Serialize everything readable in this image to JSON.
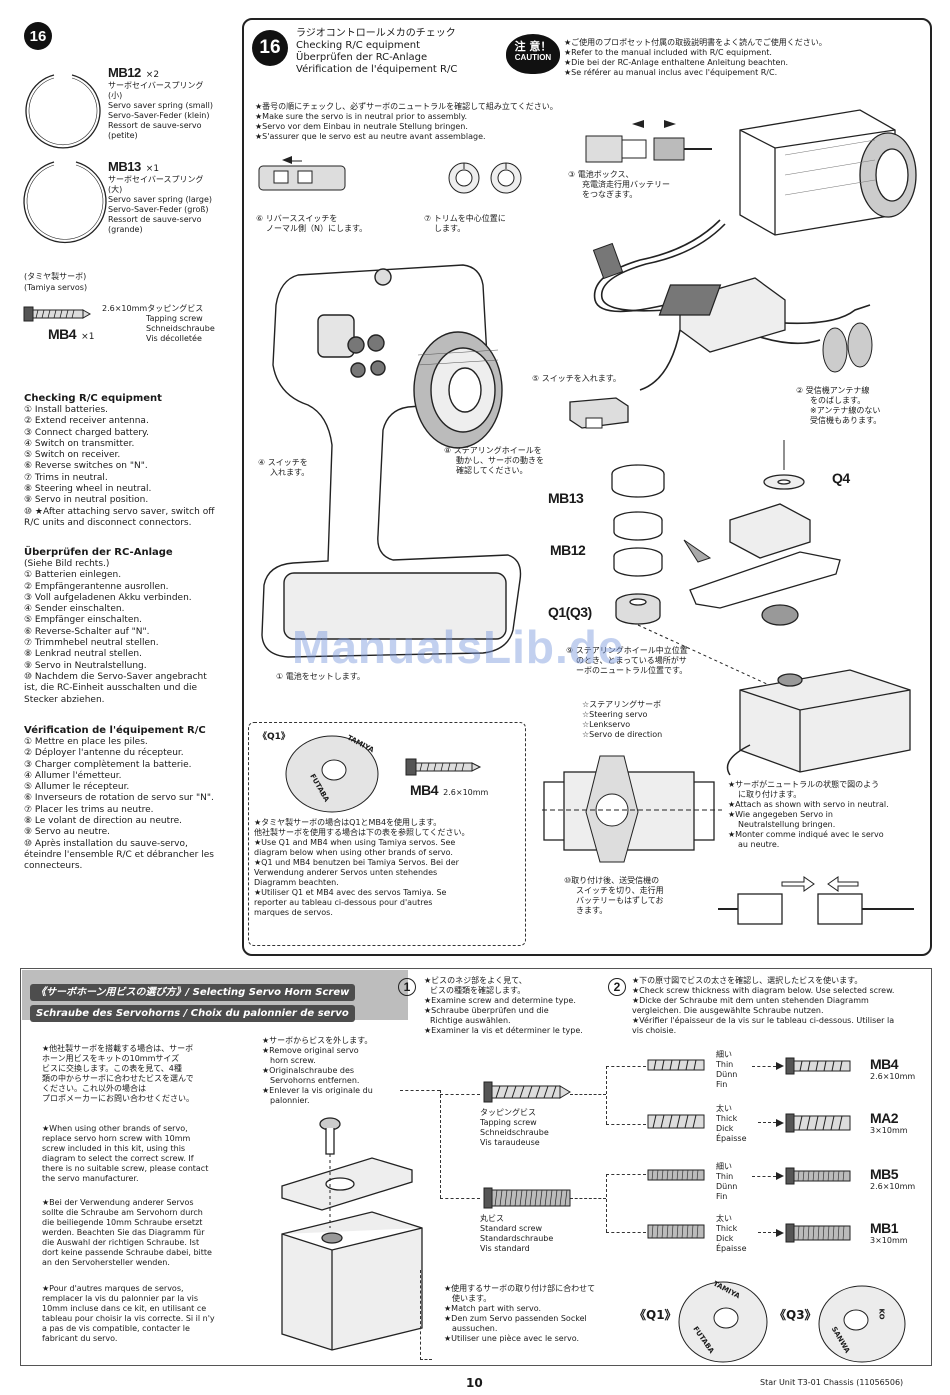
{
  "left": {
    "step": "16",
    "mb12": {
      "code": "MB12",
      "qty": "×2",
      "lines": [
        "サーボセイバースプリング",
        "(小)",
        "Servo saver spring (small)",
        "Servo-Saver-Feder (klein)",
        "Ressort de sauve-servo",
        "(petite)"
      ]
    },
    "mb13": {
      "code": "MB13",
      "qty": "×1",
      "lines": [
        "サーボセイバースプリング",
        "(大)",
        "Servo saver spring (large)",
        "Servo-Saver-Feder (groß)",
        "Ressort de sauve-servo",
        "(grande)"
      ]
    },
    "tamiya_servo": {
      "jp": "(タミヤ製サーボ)",
      "en": "(Tamiya servos)"
    },
    "mb4": {
      "code": "MB4",
      "qty": "×1",
      "lines": [
        "2.6×10mmタッピングビス",
        "Tapping screw",
        "Schneidschraube",
        "Vis décolletée"
      ]
    },
    "checking_en": {
      "title": "Checking R/C equipment",
      "items": [
        "① Install batteries.",
        "② Extend receiver antenna.",
        "③ Connect charged battery.",
        "④ Switch on transmitter.",
        "⑤ Switch on receiver.",
        "⑥ Reverse switches on \"N\".",
        "⑦ Trims in neutral.",
        "⑧ Steering wheel in neutral.",
        "⑨ Servo in neutral position.",
        "⑩ ★After attaching servo saver, switch off",
        "R/C units and disconnect connectors."
      ]
    },
    "checking_de": {
      "title": "Überprüfen der RC-Anlage",
      "items": [
        "(Siehe Bild rechts.)",
        "① Batterien einlegen.",
        "② Empfängerantenne ausrollen.",
        "③ Voll aufgeladenen Akku verbinden.",
        "④ Sender einschalten.",
        "⑤ Empfänger einschalten.",
        "⑥ Reverse-Schalter auf \"N\".",
        "⑦ Trimmhebel neutral stellen.",
        "⑧ Lenkrad neutral stellen.",
        "⑨ Servo in Neutralstellung.",
        "⑩ Nachdem die Servo-Saver angebracht",
        "ist, die RC-Einheit ausschalten und die",
        "Stecker abziehen."
      ]
    },
    "checking_fr": {
      "title": "Vérification de l'équipement R/C",
      "items": [
        "① Mettre en place les piles.",
        "② Déployer l'antenne du récepteur.",
        "③ Charger complètement la batterie.",
        "④ Allumer l'émetteur.",
        "⑤ Allumer le récepteur.",
        "⑥ Inverseurs de rotation de servo sur \"N\".",
        "⑦ Placer les trims au neutre.",
        "⑧ Le volant de direction au neutre.",
        "⑨ Servo au neutre.",
        "⑩ Après installation du sauve-servo,",
        "éteindre l'ensemble R/C et débrancher les",
        "connecteurs."
      ]
    }
  },
  "main": {
    "step": "16",
    "title_jp": "ラジオコントロールメカのチェック",
    "title_en": "Checking R/C equipment",
    "title_de": "Überprüfen der RC-Anlage",
    "title_fr": "Vérification de l'équipement R/C",
    "caution_jp": "注 意！",
    "caution_en": "CAUTION",
    "caution_lines": [
      "★ご使用のプロポセット付属の取扱説明書をよく読んでご使用ください。",
      "★Refer to the manual included with R/C equipment.",
      "★Die bei der RC-Anlage enthaltene Anleitung beachten.",
      "★Se référer au manual inclus avec l'équipement R/C."
    ],
    "notes": [
      "★番号の順にチェックし、必ずサーボのニュートラルを確認して組み立てください。",
      "★Make sure the servo is in neutral prior to assembly.",
      "★Servo vor dem Einbau in neutrale Stellung bringen.",
      "★S'assurer que le servo est au neutre avant assemblage."
    ],
    "c1": "① 電池をセットします。",
    "c2": [
      "② 受信機アンテナ線",
      "をのばします。",
      "※アンテナ線のない",
      "受信機もあります。"
    ],
    "c3": [
      "③ 電池ボックス、",
      "充電済走行用バッテリー",
      "をつなぎます。"
    ],
    "c4": [
      "④ スイッチを",
      "入れます。"
    ],
    "c5": "⑤ スイッチを入れます。",
    "c6": [
      "⑥ リバーススイッチを",
      "ノーマル側（N）にします。"
    ],
    "c7": [
      "⑦ トリムを中心位置に",
      "します。"
    ],
    "c8": [
      "⑧ ステアリングホイールを",
      "動かし、サーボの動きを",
      "確認してください。"
    ],
    "c9": [
      "⑨ ステアリングホイール中立位置",
      "のとき、とまっている場所がサ",
      "ーボのニュートラル位置です。"
    ],
    "c10": [
      "⑩取り付け後、送受信機の",
      "スイッチを切り、走行用",
      "バッテリーもはずしてお",
      "きます。"
    ],
    "servo_label": [
      "☆ステアリングサーボ",
      "☆Steering servo",
      "☆Lenkservo",
      "☆Servo de direction"
    ],
    "neutral_note": [
      "★サーボがニュートラルの状態で図のよう",
      "に取り付けます。",
      "★Attach as shown with servo in neutral.",
      "★Wie angegeben Servo in",
      "Neutralstellung bringen.",
      "★Monter comme indiqué avec le servo",
      "au neutre."
    ],
    "parts": {
      "mb13": "MB13",
      "mb12": "MB12",
      "q1q3": "Q1(Q3)",
      "q4": "Q4"
    },
    "q1box": {
      "label": "《Q1》",
      "mb4": "MB4",
      "mb4_size": "2.6×10mm",
      "disc_top": "TAMIYA",
      "disc_bottom": "FUTABA",
      "lines": [
        "★タミヤ製サーボの場合はQ1とMB4を使用します。",
        "他社製サーボを使用する場合は下の表を参照してください。",
        "★Use Q1 and MB4 when using Tamiya servos. See",
        "diagram below when using other brands of servo.",
        "★Q1 und MB4 benutzen bei Tamiya Servos. Bei der",
        "Verwendung anderer Servos unten stehendes",
        "Diagramm beachten.",
        "★Utiliser Q1 et MB4 avec des servos Tamiya. Se",
        "reporter au tableau ci-dessous pour d'autres",
        "marques de servos."
      ]
    },
    "watermark": "ManualsLib.de"
  },
  "bottom": {
    "header": [
      "《サーボホーン用ビスの選び方》/ Selecting Servo Horn Screw",
      "Schraube des Servohorns / Choix du palonnier de servo"
    ],
    "intro_jp": [
      "★他社製サーボを搭載する場合は、サーボ",
      "ホーン用ビスをキットの10mmサイズ",
      "ビスに交換します。この表を見て、4種",
      "類の中からサーボに合わせたビスを選んで",
      "ください。これ以外の場合は",
      "プロポメーカーにお問い合わせください。"
    ],
    "intro_en": [
      "★When using other brands of servo,",
      "replace servo horn screw with 10mm",
      "screw included in this kit, using this",
      "diagram to select the correct screw. If",
      "there is no suitable screw, please contact",
      "the servo manufacturer."
    ],
    "intro_de": [
      "★Bei der Verwendung anderer Servos",
      "sollte die Schraube am Servohorn durch",
      "die beiliegende 10mm Schraube ersetzt",
      "werden. Beachten Sie das Diagramm für",
      "die Auswahl der richtigen Schraube. Ist",
      "dort keine passende Schraube dabei, bitte",
      "an den Servohersteller wenden."
    ],
    "intro_fr": [
      "★Pour d'autres marques de servos,",
      "remplacer la vis du palonnier par la vis",
      "10mm incluse dans ce kit, en utilisant ce",
      "tableau pour choisir la vis correcte. Si il n'y",
      "a pas de vis compatible, contacter le",
      "fabricant du servo."
    ],
    "remove": [
      "★サーボからビスを外します。",
      "★Remove original servo",
      "horn screw.",
      "★Originalschraube des",
      "Servohorns entfernen.",
      "★Enlever la vis originale du",
      "palonnier."
    ],
    "step1": {
      "num": "1",
      "lines": [
        "★ビスのネジ部をよく見て、",
        "ビスの種類を確認します。",
        "★Examine screw and determine type.",
        "★Schraube überprüfen und die",
        "Richtige auswählen.",
        "★Examiner la vis et déterminer le type."
      ]
    },
    "step2": {
      "num": "2",
      "lines": [
        "★下の原寸図でビスの太さを確認し、選択したビスを使います。",
        "★Check screw thickness with diagram below. Use selected screw.",
        "★Dicke der Schraube mit dem unten stehenden Diagramm",
        "vergleichen. Die ausgewählte Schraube nutzen.",
        "★Vérifier l'épaisseur de la vis sur le tableau ci-dessous. Utiliser la",
        "vis choisie."
      ]
    },
    "tapping": [
      "タッピングビス",
      "Tapping screw",
      "Schneidschraube",
      "Vis taraudeuse"
    ],
    "standard": [
      "丸ビス",
      "Standard screw",
      "Standardschraube",
      "Vis standard"
    ],
    "thin": [
      "細い",
      "Thin",
      "Dünn",
      "Fin"
    ],
    "thick": [
      "太い",
      "Thick",
      "Dick",
      "Épaisse"
    ],
    "screws": [
      {
        "code": "MB4",
        "size": "2.6×10mm"
      },
      {
        "code": "MA2",
        "size": "3×10mm"
      },
      {
        "code": "MB5",
        "size": "2.6×10mm"
      },
      {
        "code": "MB1",
        "size": "3×10mm"
      }
    ],
    "match": [
      "★使用するサーボの取り付け部に合わせて",
      "使います。",
      "★Match part with servo.",
      "★Den zum Servo passenden Sockel",
      "aussuchen.",
      "★Utiliser une pièce avec le servo."
    ],
    "q1": {
      "label": "《Q1》",
      "top": "TAMIYA",
      "bottom": "FUTABA"
    },
    "q3": {
      "label": "《Q3》",
      "top": "KO",
      "bottom": "SANWA"
    }
  },
  "footer": {
    "page": "10",
    "doc": "Star Unit T3-01 Chassis (11056506)"
  }
}
